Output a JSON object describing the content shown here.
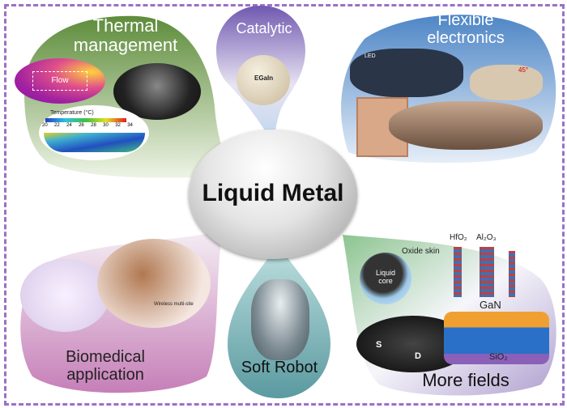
{
  "title": "Liquid Metal",
  "topics": {
    "thermal": {
      "label_line1": "Thermal",
      "label_line2": "management",
      "flow": "Flow",
      "temp_label": "Temperature (°C)",
      "ticks": [
        "20",
        "22",
        "24",
        "26",
        "28",
        "30",
        "32",
        "34"
      ]
    },
    "catalytic": {
      "label": "Catalytic",
      "egain": "EGaIn"
    },
    "flexible": {
      "label_line1": "Flexible",
      "label_line2": "electronics",
      "led": "LED",
      "angle": "45°"
    },
    "biomedical": {
      "label_line1": "Biomedical",
      "label_line2": "application",
      "wireless": "Wireless multi-site"
    },
    "soft_robot": {
      "label": "Soft Robot"
    },
    "more": {
      "label": "More fields",
      "oxide": "Oxide skin",
      "core": "Liquid core",
      "hfo2": "HfO₂",
      "al2o3": "Al₂O₃",
      "gan": "GaN",
      "sio2": "SiO₂",
      "s": "S",
      "d": "D"
    }
  },
  "colors": {
    "frame": "#9a70c8",
    "thermal": "#6f9a45",
    "catalytic": "#7c62b8",
    "flexible": "#5b8ec8",
    "biomedical": "#c67fb8",
    "soft": "#6aa6a8",
    "more": "#a8c8a0"
  }
}
